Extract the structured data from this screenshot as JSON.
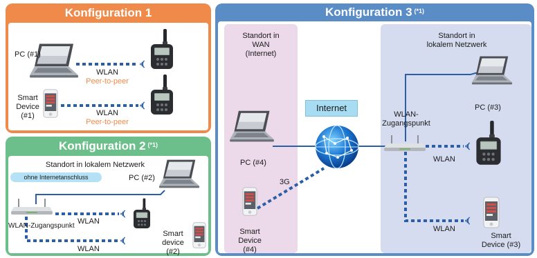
{
  "panels": {
    "config1": {
      "title": "Konfiguration 1",
      "color": "#ef8a4a"
    },
    "config2": {
      "title": "Konfiguration 2",
      "note": "(*1)",
      "color": "#6cbf8a"
    },
    "config3": {
      "title": "Konfiguration 3",
      "note": "(*1)",
      "color": "#5a8cc6"
    }
  },
  "config1": {
    "pc_label": "PC (#1)",
    "smart_label": "Smart\nDevice\n(#1)",
    "link1": {
      "type": "WLAN",
      "mode": "Peer-to-peer"
    },
    "link2": {
      "type": "WLAN",
      "mode": "Peer-to-peer"
    }
  },
  "config2": {
    "location": "Standort in lokalem Netzwerk",
    "badge": "ohne Internetanschluss",
    "pc_label": "PC (#2)",
    "ap_label": "WLAN-Zugangspunkt",
    "link1": "WLAN",
    "link2": "WLAN",
    "smart_label": "Smart\ndevice\n(#2)"
  },
  "config3": {
    "wan_title": "Standort in\nWAN\n(Internet)",
    "lan_title": "Standort in\nlokalem Netzwerk",
    "internet_label": "Internet",
    "pc4_label": "PC (#4)",
    "link_3g": "3G",
    "smart4_label": "Smart\nDevice\n(#4)",
    "ap_label": "WLAN-\nZugangspunkt",
    "pc3_label": "PC (#3)",
    "link1": "WLAN",
    "link2": "WLAN",
    "smart3_label": "Smart\nDevice (#3)"
  },
  "colors": {
    "link": "#2a5ea6",
    "orange": "#ef8a4a",
    "wan_zone": "#ecd9ea",
    "lan_zone": "#d6dcef",
    "badge": "#b4e1f6"
  }
}
